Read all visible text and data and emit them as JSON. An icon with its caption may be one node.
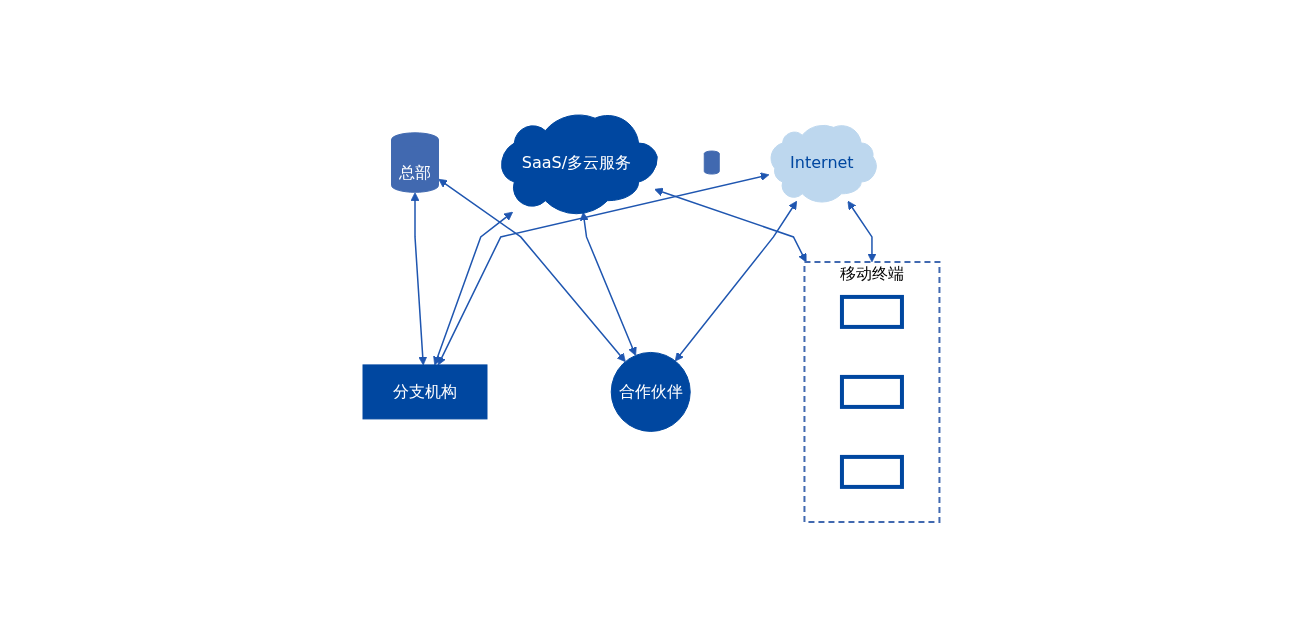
{
  "diagram": {
    "nodes": [
      {
        "text": [
          "Internet"
        ]
      },
      {
        "text": [
          "SaaS/多云服务"
        ]
      },
      {
        "text": [],
        "shape": "cylinder"
      },
      {
        "text": [
          "总部"
        ]
      },
      {
        "text": [
          "分支机构"
        ]
      },
      {
        "text": [
          "合作伙伴"
        ]
      },
      {
        "text": [
          "移动终端"
        ]
      },
      {
        "text": [],
        "shape": "box",
        "in": 6
      },
      {
        "text": [],
        "shape": "box",
        "in": 6
      },
      {
        "text": [],
        "shape": "box",
        "in": 6
      }
    ],
    "edges": [
      {
        "from": 0,
        "to": 4,
        "arrow": "both"
      },
      {
        "from": 0,
        "to": 5,
        "arrow": "both"
      },
      {
        "from": 0,
        "to": 6,
        "arrow": "both"
      },
      {
        "from": 1,
        "to": 4,
        "arrow": "both"
      },
      {
        "from": 1,
        "to": 5,
        "arrow": "both"
      },
      {
        "from": 1,
        "to": 6,
        "arrow": "both"
      },
      {
        "from": 3,
        "to": 4,
        "arrow": "both"
      },
      {
        "from": 3,
        "to": 5,
        "arrow": "both"
      }
    ]
  }
}
